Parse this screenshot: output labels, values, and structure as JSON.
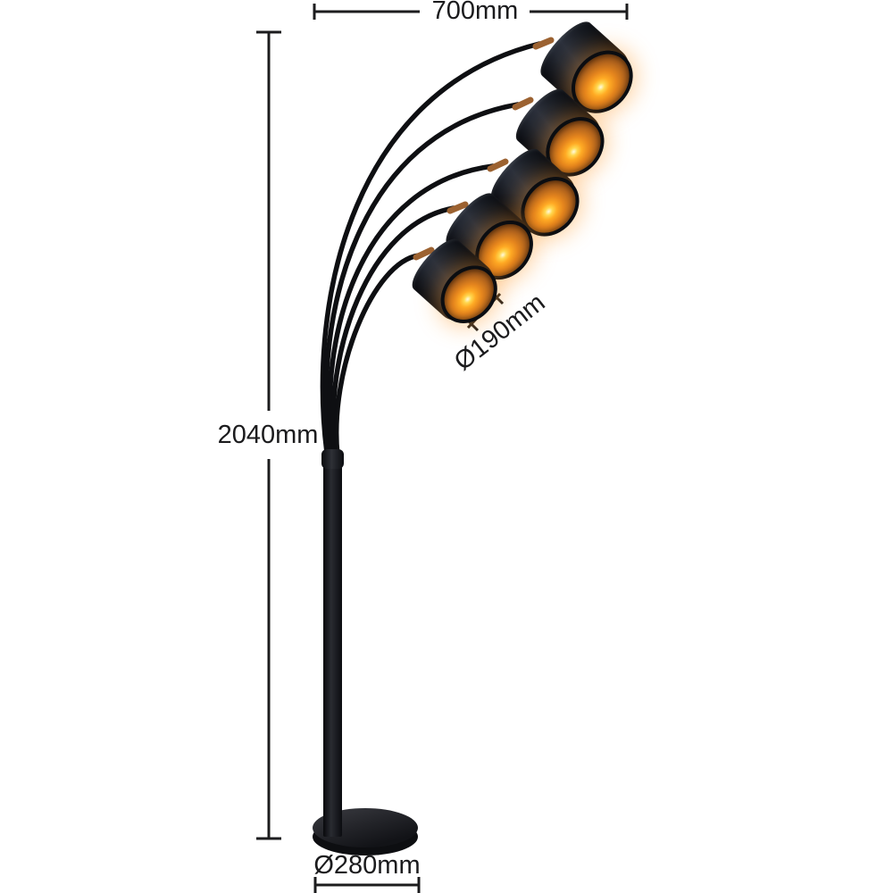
{
  "diagram": {
    "background": "#ffffff",
    "line_color": "#1c1c1e",
    "labels": {
      "width": "700mm",
      "height": "2040mm",
      "shade_diameter": "Ø190mm",
      "base_diameter": "Ø280mm"
    },
    "lamp": {
      "shade_count": 5,
      "colors": {
        "shade_body": "#1a1e26",
        "shade_interior_gold": "#cf7d22",
        "bulb_glow": "#ffe9a8",
        "joint_copper": "#9c6231",
        "pole": "#151619",
        "base": "#121317"
      }
    }
  }
}
